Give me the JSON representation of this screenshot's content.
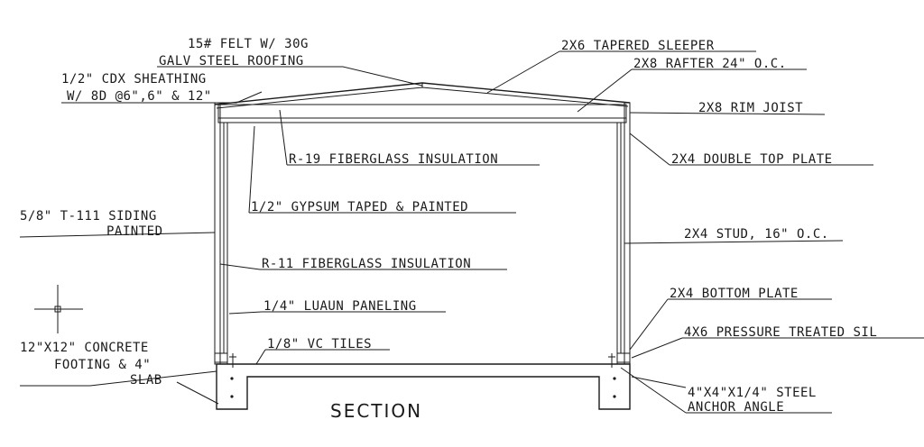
{
  "title": "SECTION",
  "labels": {
    "felt_line1": "15# FELT W/ 30G",
    "felt_line2": "GALV STEEL ROOFING",
    "sheathing_line1": "1/2\" CDX SHEATHING",
    "sheathing_line2": "W/ 8D @6\",6\" & 12\"",
    "sleeper": "2X6 TAPERED SLEEPER",
    "rafter": "2X8 RAFTER 24\" O.C.",
    "rim_joist": "2X8 RIM JOIST",
    "r19": "R-19 FIBERGLASS INSULATION",
    "top_plate": "2X4 DOUBLE TOP PLATE",
    "gypsum": "1/2\" GYPSUM TAPED & PAINTED",
    "siding_line1": "5/8\" T-111 SIDING",
    "siding_line2": "PAINTED",
    "stud": "2X4 STUD, 16\" O.C.",
    "r11": "R-11 FIBERGLASS INSULATION",
    "bottom_plate": "2X4 BOTTOM PLATE",
    "luaun": "1/4\" LUAUN PANELING",
    "sill": "4X6 PRESSURE TREATED SIL",
    "footing_line1": "12\"X12\" CONCRETE",
    "footing_line2": "FOOTING & 4\"",
    "footing_line3": "SLAB",
    "vc_tiles": "1/8\" VC TILES",
    "angle_line1": "4\"X4\"X1/4\" STEEL",
    "angle_line2": "ANCHOR ANGLE"
  },
  "colors": {
    "ink": "#1a1a1a",
    "background": "#ffffff"
  }
}
